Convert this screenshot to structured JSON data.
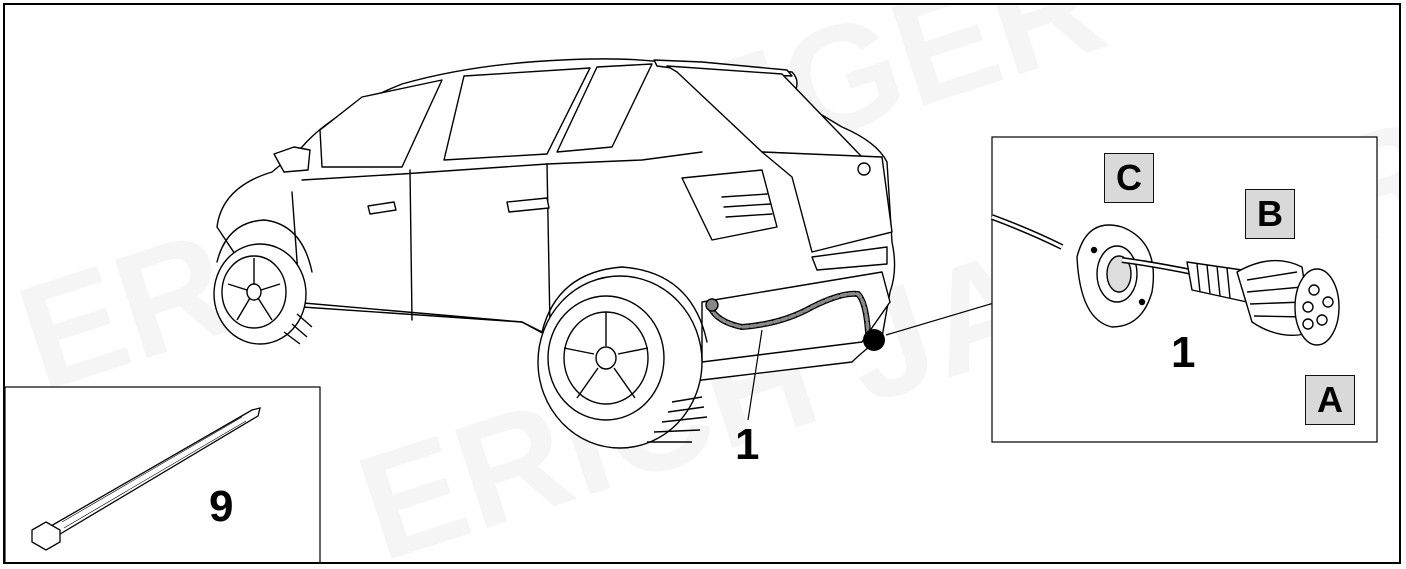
{
  "watermark": {
    "brand_text": "ERICH JAEGER"
  },
  "callouts": {
    "harness_car": "1",
    "harness_detail": "1",
    "cable_tie": "9"
  },
  "detail_labels": {
    "a": "A",
    "b": "B",
    "c": "C"
  },
  "colors": {
    "line": "#000000",
    "label_box_fill": "#d9d9d9",
    "harness_fill": "#888888"
  }
}
